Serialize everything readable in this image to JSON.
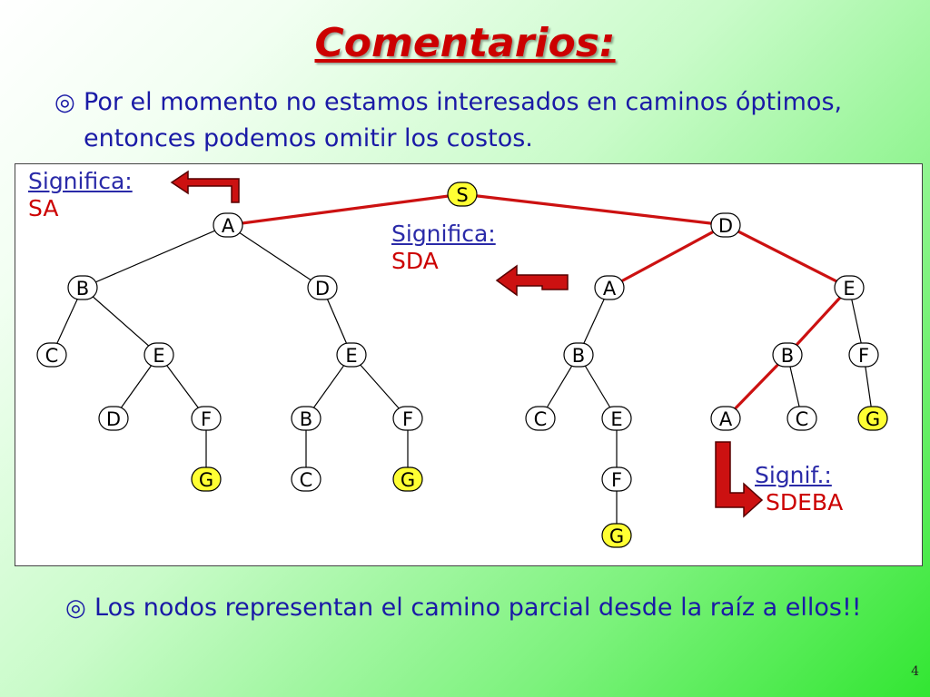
{
  "title": "Comentarios:",
  "bullet1": "Por el momento no estamos interesados en caminos óptimos, entonces podemos omitir los costos.",
  "bullet2": "Los nodos representan el camino parcial  desde la raíz a ellos!!",
  "bullet_icon": "target-bullet-icon",
  "annotations": {
    "sa": {
      "head": "Significa:",
      "value": "SA"
    },
    "sda": {
      "head": "Significa:",
      "value": "SDA"
    },
    "sdeba": {
      "head": "Signif.:",
      "value": "SDEBA"
    }
  },
  "colors": {
    "title": "#cc0000",
    "text": "#1a1aa6",
    "highlight_edge": "#cc1111",
    "goal_node": "#ffff33"
  },
  "tree": {
    "nodes": [
      {
        "id": "S",
        "label": "S",
        "goal": true
      },
      {
        "id": "SA",
        "label": "A",
        "goal": false
      },
      {
        "id": "SD",
        "label": "D",
        "goal": false
      },
      {
        "id": "SAB",
        "label": "B",
        "goal": false
      },
      {
        "id": "SAD",
        "label": "D",
        "goal": false
      },
      {
        "id": "SABC",
        "label": "C",
        "goal": false
      },
      {
        "id": "SABE",
        "label": "E",
        "goal": false
      },
      {
        "id": "SADE",
        "label": "E",
        "goal": false
      },
      {
        "id": "SABED",
        "label": "D",
        "goal": false
      },
      {
        "id": "SABEF",
        "label": "F",
        "goal": false
      },
      {
        "id": "SADEB",
        "label": "B",
        "goal": false
      },
      {
        "id": "SADEF",
        "label": "F",
        "goal": false
      },
      {
        "id": "SABEFG",
        "label": "G",
        "goal": true
      },
      {
        "id": "SADEBC",
        "label": "C",
        "goal": false
      },
      {
        "id": "SADEFG",
        "label": "G",
        "goal": true
      },
      {
        "id": "SDA",
        "label": "A",
        "goal": false
      },
      {
        "id": "SDE",
        "label": "E",
        "goal": false
      },
      {
        "id": "SDAB",
        "label": "B",
        "goal": false
      },
      {
        "id": "SDEB",
        "label": "B",
        "goal": false
      },
      {
        "id": "SDEF",
        "label": "F",
        "goal": false
      },
      {
        "id": "SDABC",
        "label": "C",
        "goal": false
      },
      {
        "id": "SDABE",
        "label": "E",
        "goal": false
      },
      {
        "id": "SDEBA",
        "label": "A",
        "goal": false
      },
      {
        "id": "SDEBC",
        "label": "C",
        "goal": false
      },
      {
        "id": "SDEFG",
        "label": "G",
        "goal": true
      },
      {
        "id": "SDABEF",
        "label": "F",
        "goal": false
      },
      {
        "id": "SDABEFG",
        "label": "G",
        "goal": true
      }
    ],
    "edges": [
      {
        "from": "S",
        "to": "SA",
        "highlight": true
      },
      {
        "from": "S",
        "to": "SD",
        "highlight": true
      },
      {
        "from": "SA",
        "to": "SAB",
        "highlight": false
      },
      {
        "from": "SA",
        "to": "SAD",
        "highlight": false
      },
      {
        "from": "SAB",
        "to": "SABC",
        "highlight": false
      },
      {
        "from": "SAB",
        "to": "SABE",
        "highlight": false
      },
      {
        "from": "SAD",
        "to": "SADE",
        "highlight": false
      },
      {
        "from": "SABE",
        "to": "SABED",
        "highlight": false
      },
      {
        "from": "SABE",
        "to": "SABEF",
        "highlight": false
      },
      {
        "from": "SADE",
        "to": "SADEB",
        "highlight": false
      },
      {
        "from": "SADE",
        "to": "SADEF",
        "highlight": false
      },
      {
        "from": "SABEF",
        "to": "SABEFG",
        "highlight": false
      },
      {
        "from": "SADEB",
        "to": "SADEBC",
        "highlight": false
      },
      {
        "from": "SADEF",
        "to": "SADEFG",
        "highlight": false
      },
      {
        "from": "SD",
        "to": "SDA",
        "highlight": true
      },
      {
        "from": "SD",
        "to": "SDE",
        "highlight": true
      },
      {
        "from": "SDA",
        "to": "SDAB",
        "highlight": false
      },
      {
        "from": "SDE",
        "to": "SDEB",
        "highlight": true
      },
      {
        "from": "SDE",
        "to": "SDEF",
        "highlight": false
      },
      {
        "from": "SDAB",
        "to": "SDABC",
        "highlight": false
      },
      {
        "from": "SDAB",
        "to": "SDABE",
        "highlight": false
      },
      {
        "from": "SDEB",
        "to": "SDEBA",
        "highlight": true
      },
      {
        "from": "SDEB",
        "to": "SDEBC",
        "highlight": false
      },
      {
        "from": "SDEF",
        "to": "SDEFG",
        "highlight": false
      },
      {
        "from": "SDABE",
        "to": "SDABEF",
        "highlight": false
      },
      {
        "from": "SDABEF",
        "to": "SDABEFG",
        "highlight": false
      }
    ]
  },
  "page_number": "4"
}
